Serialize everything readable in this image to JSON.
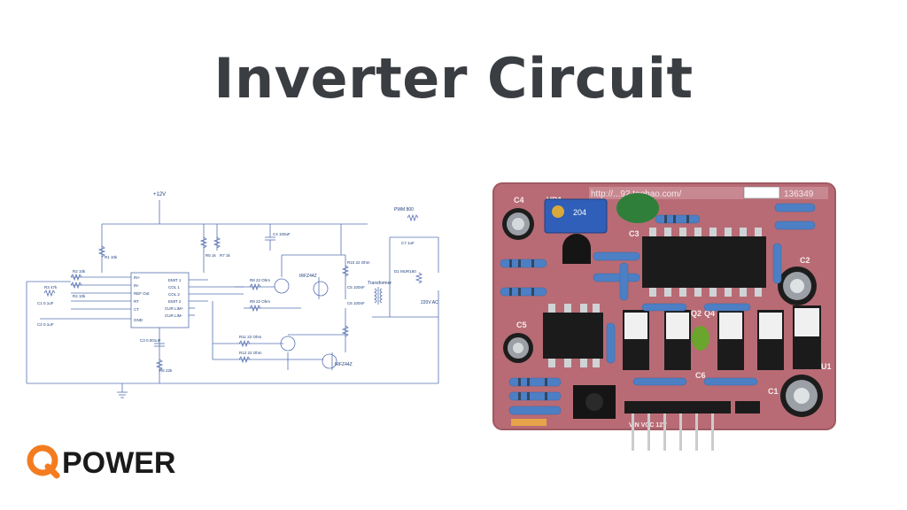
{
  "page": {
    "title": "Inverter Circuit"
  },
  "brand": {
    "logo_text": "POWER",
    "logo_color": "#f47c20",
    "text_color": "#1a1a1a"
  },
  "schematic": {
    "supply_label": "+12V",
    "ic": {
      "pins_left": [
        "IN+",
        "IN-",
        "REF Out",
        "RT",
        "CT",
        "GND"
      ],
      "pins_right": [
        "EMIT 1",
        "COL 1",
        "COL 2",
        "EMIT 2",
        "CUR LIM+",
        "CUR LIM-"
      ]
    },
    "mosfet_top": "IRFZ44Z",
    "mosfet_bottom": "IRFZ44Z",
    "transformer_label": "Transformer",
    "pwm_label": "PWM 800",
    "output_label": "220V AC",
    "parts": [
      {
        "ref": "R1",
        "value": "10k"
      },
      {
        "ref": "R2",
        "value": "10k"
      },
      {
        "ref": "R3",
        "value": "47k"
      },
      {
        "ref": "R4",
        "value": "10k"
      },
      {
        "ref": "R5",
        "value": "1k"
      },
      {
        "ref": "R6",
        "value": "22k"
      },
      {
        "ref": "R7",
        "value": "1k"
      },
      {
        "ref": "R8",
        "value": "22 Ohm"
      },
      {
        "ref": "R9",
        "value": "22 Ohm"
      },
      {
        "ref": "R10",
        "value": "22 Ohm"
      },
      {
        "ref": "R11",
        "value": "22 Ohm"
      },
      {
        "ref": "R12",
        "value": "22 Ohm"
      },
      {
        "ref": "C1",
        "value": "0.1uF"
      },
      {
        "ref": "C2",
        "value": "0.1uF"
      },
      {
        "ref": "C3",
        "value": "0.001uF"
      },
      {
        "ref": "C4",
        "value": "100uF"
      },
      {
        "ref": "C5",
        "value": "100nF"
      },
      {
        "ref": "C6",
        "value": "100nF"
      },
      {
        "ref": "C7",
        "value": "1uF"
      },
      {
        "ref": "D1",
        "value": "MUR160"
      }
    ]
  },
  "board": {
    "url_text": "http://...92.taobao.com/",
    "code_text": "136349",
    "labels": {
      "c4": "C4",
      "vr1": "VR1",
      "c3": "C3",
      "c5": "C5",
      "c6": "C6",
      "c2": "C2",
      "c1": "C1",
      "u1": "U1",
      "q2": "Q2",
      "q4": "Q4",
      "pot": "204"
    },
    "header_label": "VIN VCC 12V",
    "colors": {
      "pcb": "#b86b74",
      "ic": "#1b1b1b",
      "resistor": "#4d7fc4",
      "film_cap": "#2f7f3a"
    }
  }
}
